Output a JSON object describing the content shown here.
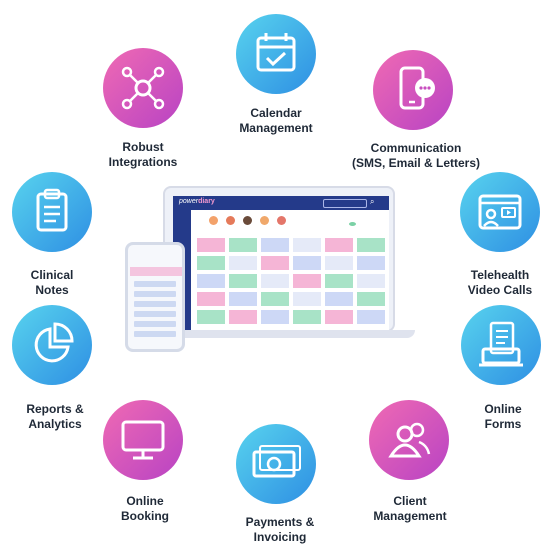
{
  "features": {
    "calendar": {
      "label": "Calendar\nManagement",
      "icon": "calendar-check-icon",
      "gradient": "blue"
    },
    "communication": {
      "label": "Communication\n(SMS, Email & Letters)",
      "icon": "phone-chat-icon",
      "gradient": "pink"
    },
    "telehealth": {
      "label": "Telehealth\nVideo Calls",
      "icon": "video-call-icon",
      "gradient": "blue"
    },
    "online_forms": {
      "label": "Online\nForms",
      "icon": "form-icon",
      "gradient": "blue"
    },
    "client_management": {
      "label": "Client\nManagement",
      "icon": "users-icon",
      "gradient": "pink"
    },
    "payments": {
      "label": "Payments &\nInvoicing",
      "icon": "cash-icon",
      "gradient": "blue"
    },
    "online_booking": {
      "label": "Online\nBooking",
      "icon": "monitor-icon",
      "gradient": "pink"
    },
    "reports": {
      "label": "Reports &\nAnalytics",
      "icon": "pie-chart-icon",
      "gradient": "blue"
    },
    "clinical_notes": {
      "label": "Clinical\nNotes",
      "icon": "clipboard-icon",
      "gradient": "blue"
    },
    "integrations": {
      "label": "Robust\nIntegrations",
      "icon": "network-icon",
      "gradient": "pink"
    }
  },
  "app": {
    "brand_first": "power",
    "brand_second": "diary",
    "search_icon": "search-icon"
  },
  "colors": {
    "blue_from": "#58d3ee",
    "blue_to": "#2e8fe3",
    "pink_from": "#f06ab3",
    "pink_to": "#b843c4",
    "app_navy": "#243a8a"
  }
}
